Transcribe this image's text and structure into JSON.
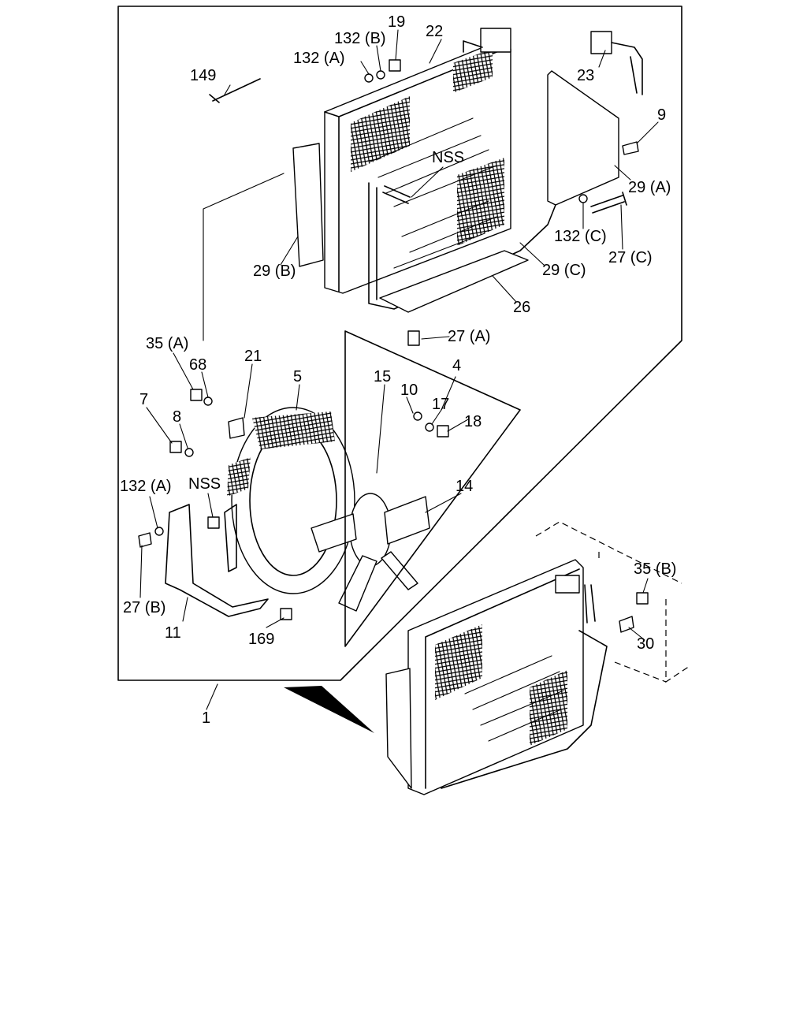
{
  "diagram": {
    "callouts": [
      {
        "id": "c149",
        "text": "149"
      },
      {
        "id": "c132A_top",
        "text": "132 (A)"
      },
      {
        "id": "c132B",
        "text": "132 (B)"
      },
      {
        "id": "c19",
        "text": "19"
      },
      {
        "id": "c22",
        "text": "22"
      },
      {
        "id": "c23",
        "text": "23"
      },
      {
        "id": "c9",
        "text": "9"
      },
      {
        "id": "c29A",
        "text": "29 (A)"
      },
      {
        "id": "cNSS_top",
        "text": "NSS"
      },
      {
        "id": "c132C",
        "text": "132 (C)"
      },
      {
        "id": "c27C",
        "text": "27 (C)"
      },
      {
        "id": "c29B",
        "text": "29 (B)"
      },
      {
        "id": "c29C",
        "text": "29 (C)"
      },
      {
        "id": "c26",
        "text": "26"
      },
      {
        "id": "c27A",
        "text": "27 (A)"
      },
      {
        "id": "c35A",
        "text": "35 (A)"
      },
      {
        "id": "c68",
        "text": "68"
      },
      {
        "id": "c21",
        "text": "21"
      },
      {
        "id": "c5",
        "text": "5"
      },
      {
        "id": "c15",
        "text": "15"
      },
      {
        "id": "c4",
        "text": "4"
      },
      {
        "id": "c10",
        "text": "10"
      },
      {
        "id": "c17",
        "text": "17"
      },
      {
        "id": "c18",
        "text": "18"
      },
      {
        "id": "c7",
        "text": "7"
      },
      {
        "id": "c8",
        "text": "8"
      },
      {
        "id": "c14",
        "text": "14"
      },
      {
        "id": "c132A_bot",
        "text": "132 (A)"
      },
      {
        "id": "cNSS_bot",
        "text": "NSS"
      },
      {
        "id": "c27B",
        "text": "27 (B)"
      },
      {
        "id": "c11",
        "text": "11"
      },
      {
        "id": "c169",
        "text": "169"
      },
      {
        "id": "c35B",
        "text": "35 (B)"
      },
      {
        "id": "c30",
        "text": "30"
      },
      {
        "id": "c1",
        "text": "1"
      }
    ]
  }
}
